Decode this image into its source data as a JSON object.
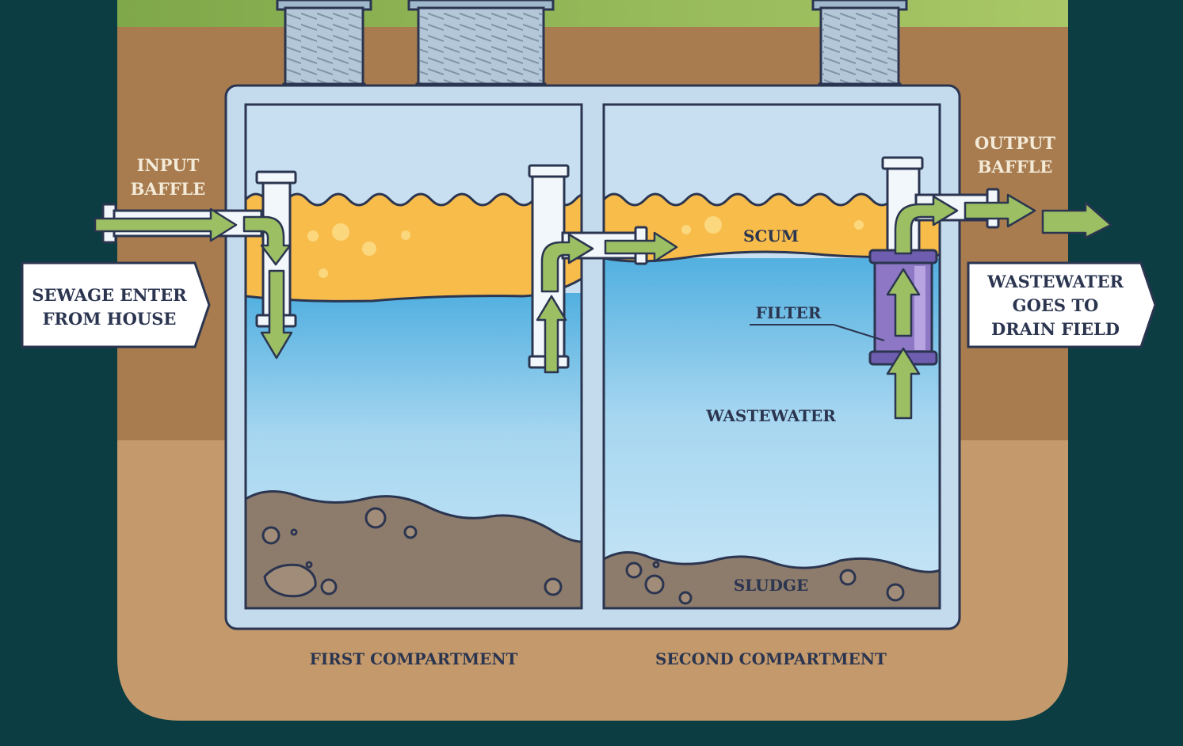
{
  "labels": {
    "input_baffle": [
      "INPUT",
      "BAFFLE"
    ],
    "output_baffle": [
      "OUTPUT",
      "BAFFLE"
    ],
    "sewage_enter": [
      "SEWAGE ENTER",
      "FROM HOUSE"
    ],
    "wastewater_out": [
      "WASTEWATER",
      "GOES TO",
      "DRAIN FIELD"
    ],
    "scum": "SCUM",
    "filter": "FILTER",
    "wastewater": "WASTEWATER",
    "sludge": "SLUDGE",
    "first_compartment": "FIRST COMPARTMENT",
    "second_compartment": "SECOND COMPARTMENT"
  },
  "colors": {
    "background": "#0b3d42",
    "grass": "#8fb44e",
    "soil_upper": "#a87c4f",
    "soil_lower": "#c49a6c",
    "tank_wall": "#c4dbee",
    "outline": "#2b3550",
    "air": "#c7dff1",
    "scum": "#f8bc4b",
    "water_top": "#52b0e0",
    "water_bottom": "#c9e6f6",
    "sludge": "#8d7c6c",
    "pipe": "#f2f7fb",
    "arrow": "#9cbf64",
    "filter": "#8e77c4",
    "text_dark": "#2b3550",
    "text_light": "#f3ead8"
  }
}
